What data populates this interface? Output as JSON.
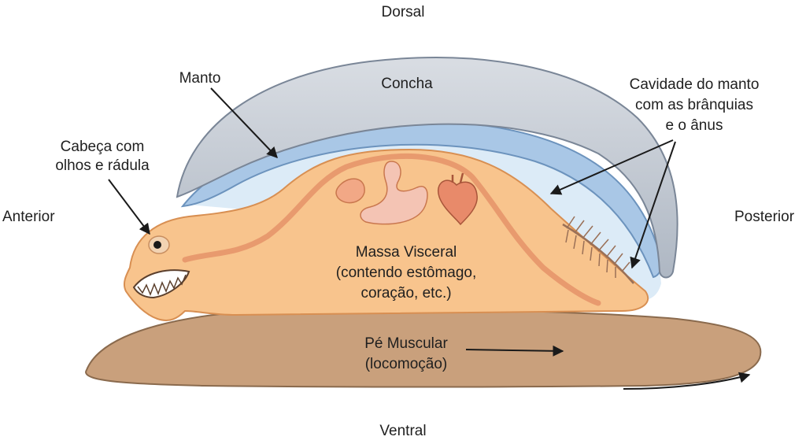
{
  "labels": {
    "dorsal": "Dorsal",
    "ventral": "Ventral",
    "anterior": "Anterior",
    "posterior": "Posterior",
    "manto": "Manto",
    "concha": "Concha",
    "cabeca": [
      "Cabeça com",
      "olhos e rádula"
    ],
    "cavidade": [
      "Cavidade do manto",
      "com as brânquias",
      "e o ânus"
    ],
    "massa": [
      "Massa Visceral",
      "(contendo estômago,",
      "coração, etc.)"
    ],
    "pe": [
      "Pé Muscular",
      "(locomoção)"
    ]
  },
  "colors": {
    "shell": "#bcc4cf",
    "mantle": "#a9c7e6",
    "mantle_cavity": "#dcebf7",
    "body": "#f8c48d",
    "foot": "#c9a07c",
    "organs": "#f2a886",
    "outline": "#1a1a1a"
  }
}
